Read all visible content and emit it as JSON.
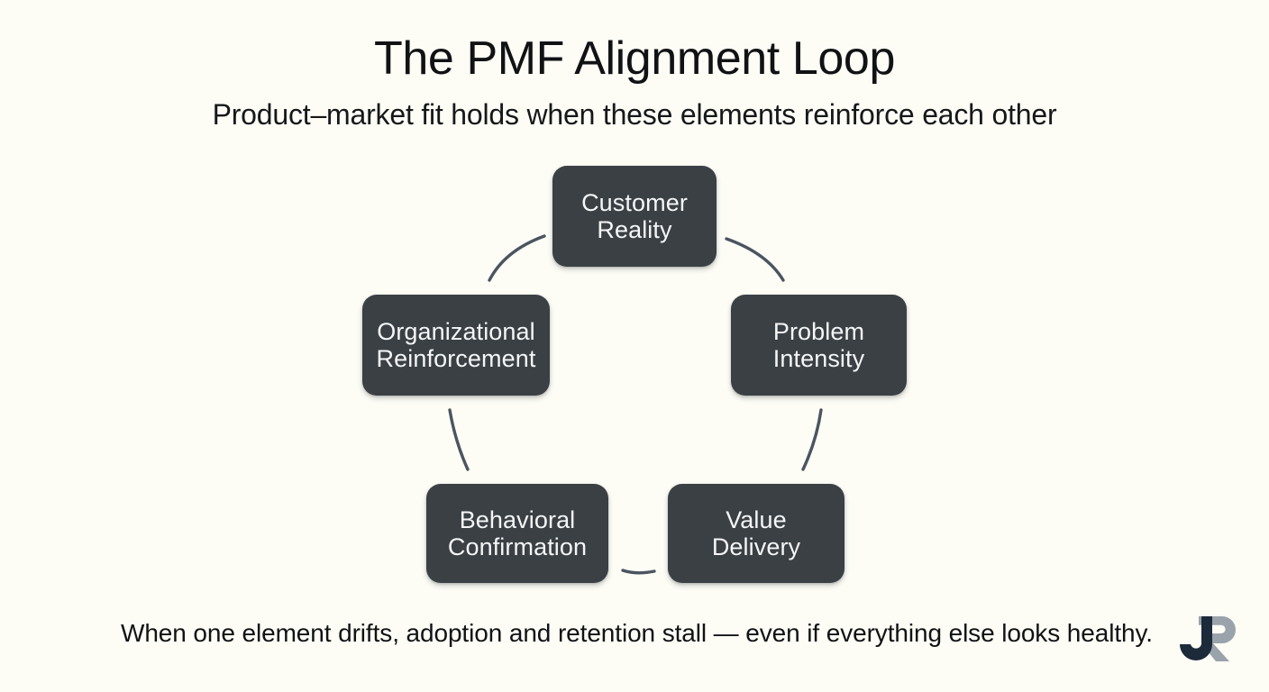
{
  "header": {
    "title": "The PMF Alignment Loop",
    "subtitle": "Product–market fit holds when these elements reinforce each other"
  },
  "diagram": {
    "type": "cycle-loop",
    "node_count": 5,
    "nodes": [
      {
        "id": "customer-reality",
        "label": "Customer\nReality",
        "position": "top"
      },
      {
        "id": "problem-intensity",
        "label": "Problem\nIntensity",
        "position": "upper-right"
      },
      {
        "id": "value-delivery",
        "label": "Value\nDelivery",
        "position": "lower-right"
      },
      {
        "id": "behavioral-confirmation",
        "label": "Behavioral\nConfirmation",
        "position": "lower-left"
      },
      {
        "id": "organizational-reinforcement",
        "label": "Organizational\nReinforcement",
        "position": "upper-left"
      }
    ],
    "connectors": [
      {
        "from": "customer-reality",
        "to": "problem-intensity"
      },
      {
        "from": "problem-intensity",
        "to": "value-delivery"
      },
      {
        "from": "value-delivery",
        "to": "behavioral-confirmation"
      },
      {
        "from": "behavioral-confirmation",
        "to": "organizational-reinforcement"
      },
      {
        "from": "organizational-reinforcement",
        "to": "customer-reality"
      }
    ]
  },
  "footer": {
    "caption": "When one element drifts, adoption and retention stall — even if everything else looks healthy.",
    "logo_text": "JR"
  },
  "colors": {
    "background": "#fdfdf6",
    "node_fill": "#3b4045",
    "node_text": "#f4f6f7",
    "heading_text": "#111214",
    "connector": "#4a5560",
    "logo_primary": "#1d2a3a",
    "logo_secondary": "#9aa3ab"
  }
}
